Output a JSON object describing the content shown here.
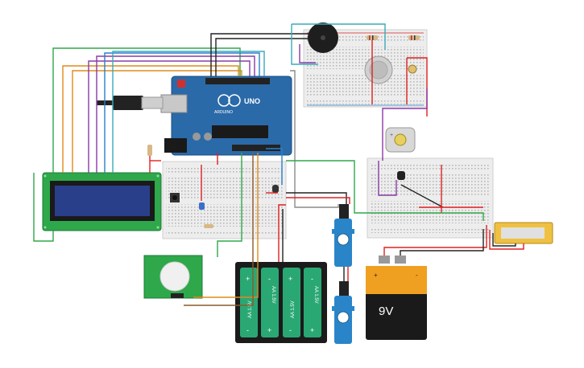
{
  "arduino": {
    "brand": "UNO",
    "model_label": "ARDUINO"
  },
  "battery_pack": {
    "cell_label": "AA 1.5V",
    "plus": "+",
    "minus": "-"
  },
  "battery_9v": {
    "label": "9V",
    "plus": "+",
    "minus": "-"
  },
  "motor": {
    "polarity": "+"
  },
  "colors": {
    "wire_red": "#e02020",
    "wire_black": "#222222",
    "wire_green": "#2ea84a",
    "wire_orange": "#e08a1a",
    "wire_purple": "#8a3aa8",
    "wire_blue": "#2a7fc8",
    "wire_teal": "#3aaab8",
    "wire_gray": "#8a8a8a",
    "wire_brown": "#8a5a2a",
    "arduino_board": "#2b6aa8",
    "breadboard": "#eeeeee",
    "lcd_board": "#2ea84a",
    "lcd_screen": "#2a3f8a",
    "servo": "#2a85c8",
    "battery_pack": "#1b1b1b",
    "battery_cell": "#2aa874",
    "battery_9v_top": "#f0a020",
    "pir_board": "#2ea84a",
    "lcd_module": "#f0c040"
  }
}
